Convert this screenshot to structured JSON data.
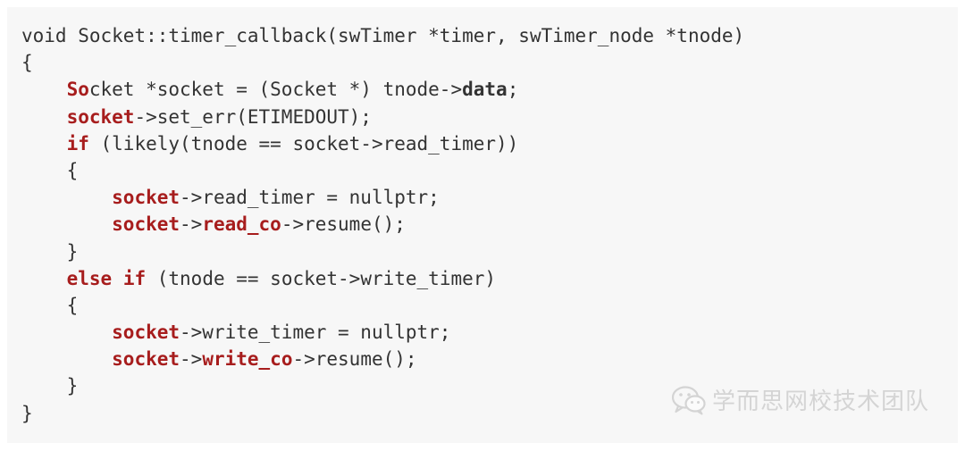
{
  "code": {
    "lines": [
      [
        {
          "t": "void Socket::timer_callback(swTimer *timer, swTimer_node *tnode)",
          "s": "plain"
        }
      ],
      [
        {
          "t": "{",
          "s": "plain"
        }
      ],
      [
        {
          "t": "    ",
          "s": "plain"
        },
        {
          "t": "So",
          "s": "kw"
        },
        {
          "t": "cket *socket = (Socket *) tnode->",
          "s": "plain"
        },
        {
          "t": "data",
          "s": "bold"
        },
        {
          "t": ";",
          "s": "plain"
        }
      ],
      [
        {
          "t": "    ",
          "s": "plain"
        },
        {
          "t": "socket",
          "s": "kw"
        },
        {
          "t": "->set_err(ETIMEDOUT);",
          "s": "plain"
        }
      ],
      [
        {
          "t": "    ",
          "s": "plain"
        },
        {
          "t": "if",
          "s": "kw"
        },
        {
          "t": " (likely(tnode == socket->read_timer))",
          "s": "plain"
        }
      ],
      [
        {
          "t": "    {",
          "s": "plain"
        }
      ],
      [
        {
          "t": "        ",
          "s": "plain"
        },
        {
          "t": "socket",
          "s": "kw"
        },
        {
          "t": "->read_timer = nullptr;",
          "s": "plain"
        }
      ],
      [
        {
          "t": "        ",
          "s": "plain"
        },
        {
          "t": "socket",
          "s": "kw"
        },
        {
          "t": "->",
          "s": "plain"
        },
        {
          "t": "read_co",
          "s": "kw"
        },
        {
          "t": "->resume();",
          "s": "plain"
        }
      ],
      [
        {
          "t": "    }",
          "s": "plain"
        }
      ],
      [
        {
          "t": "    ",
          "s": "plain"
        },
        {
          "t": "else",
          "s": "kw"
        },
        {
          "t": " ",
          "s": "plain"
        },
        {
          "t": "if",
          "s": "kw"
        },
        {
          "t": " (tnode == socket->write_timer)",
          "s": "plain"
        }
      ],
      [
        {
          "t": "    {",
          "s": "plain"
        }
      ],
      [
        {
          "t": "        ",
          "s": "plain"
        },
        {
          "t": "socket",
          "s": "kw"
        },
        {
          "t": "->write_timer = nullptr;",
          "s": "plain"
        }
      ],
      [
        {
          "t": "        ",
          "s": "plain"
        },
        {
          "t": "socket",
          "s": "kw"
        },
        {
          "t": "->",
          "s": "plain"
        },
        {
          "t": "write_co",
          "s": "kw"
        },
        {
          "t": "->resume();",
          "s": "plain"
        }
      ],
      [
        {
          "t": "    }",
          "s": "plain"
        }
      ],
      [
        {
          "t": "}",
          "s": "plain"
        }
      ]
    ]
  },
  "watermark": {
    "icon": "wechat-icon",
    "text": "学而思网校技术团队"
  },
  "colors": {
    "background": "#f7f7f7",
    "text": "#333333",
    "keyword": "#a71d1d",
    "watermark": "#b9b9b9"
  }
}
